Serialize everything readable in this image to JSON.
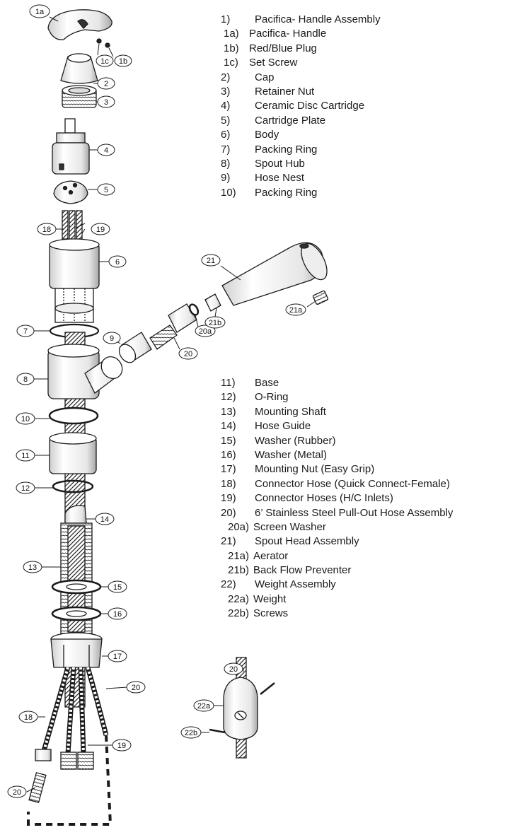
{
  "parts_top": [
    {
      "num": "1)",
      "label": "Pacifica- Handle Assembly",
      "level": 0
    },
    {
      "num": "1a)",
      "label": "Pacifica- Handle",
      "level": 1
    },
    {
      "num": "1b)",
      "label": "Red/Blue Plug",
      "level": 1
    },
    {
      "num": "1c)",
      "label": "Set Screw",
      "level": 1
    },
    {
      "num": "2)",
      "label": "Cap",
      "level": 0
    },
    {
      "num": "3)",
      "label": "Retainer Nut",
      "level": 0
    },
    {
      "num": "4)",
      "label": "Ceramic Disc Cartridge",
      "level": 0
    },
    {
      "num": "5)",
      "label": "Cartridge Plate",
      "level": 0
    },
    {
      "num": "6)",
      "label": "Body",
      "level": 0
    },
    {
      "num": "7)",
      "label": "Packing Ring",
      "level": 0
    },
    {
      "num": "8)",
      "label": "Spout Hub",
      "level": 0
    },
    {
      "num": "9)",
      "label": "Hose Nest",
      "level": 0
    },
    {
      "num": "10)",
      "label": "Packing Ring",
      "level": 0
    }
  ],
  "parts_bottom": [
    {
      "num": "11)",
      "label": "Base",
      "level": 0
    },
    {
      "num": "12)",
      "label": "O-Ring",
      "level": 0
    },
    {
      "num": "13)",
      "label": "Mounting Shaft",
      "level": 0
    },
    {
      "num": "14)",
      "label": "Hose Guide",
      "level": 0
    },
    {
      "num": "15)",
      "label": "Washer (Rubber)",
      "level": 0
    },
    {
      "num": "16)",
      "label": "Washer (Metal)",
      "level": 0
    },
    {
      "num": "17)",
      "label": "Mounting Nut (Easy Grip)",
      "level": 0
    },
    {
      "num": "18)",
      "label": "Connector Hose (Quick Connect-Female)",
      "level": 0
    },
    {
      "num": "19)",
      "label": "Connector Hoses (H/C Inlets)",
      "level": 0
    },
    {
      "num": "20)",
      "label": "6’ Stainless Steel Pull-Out Hose Assembly",
      "level": 0
    },
    {
      "num": "20a)",
      "label": "Screen Washer",
      "level": 1
    },
    {
      "num": "21)",
      "label": "Spout Head Assembly",
      "level": 0
    },
    {
      "num": "21a)",
      "label": "Aerator",
      "level": 1
    },
    {
      "num": "21b)",
      "label": "Back Flow Preventer",
      "level": 1
    },
    {
      "num": "22)",
      "label": "Weight Assembly",
      "level": 0
    },
    {
      "num": "22a)",
      "label": "Weight",
      "level": 1
    },
    {
      "num": "22b)",
      "label": "Screws",
      "level": 1
    }
  ],
  "callouts": {
    "c1a": "1a",
    "c1b": "1b",
    "c1c": "1c",
    "c2": "2",
    "c3": "3",
    "c4": "4",
    "c5": "5",
    "c6": "6",
    "c7": "7",
    "c8": "8",
    "c9": "9",
    "c10": "10",
    "c11": "11",
    "c12": "12",
    "c13": "13",
    "c14": "14",
    "c15": "15",
    "c16": "16",
    "c17": "17",
    "c18": "18",
    "c19": "19",
    "c20": "20",
    "c20a": "20a",
    "c21": "21",
    "c21a": "21a",
    "c21b": "21b",
    "c18b": "18",
    "c19b": "19",
    "c20b": "20",
    "c20c": "20",
    "c20d": "20",
    "c22a": "22a",
    "c22b": "22b"
  },
  "colors": {
    "line": "#1a1a1a",
    "fill": "#ffffff",
    "shade": "#d9d9d9",
    "dark": "#555555"
  }
}
